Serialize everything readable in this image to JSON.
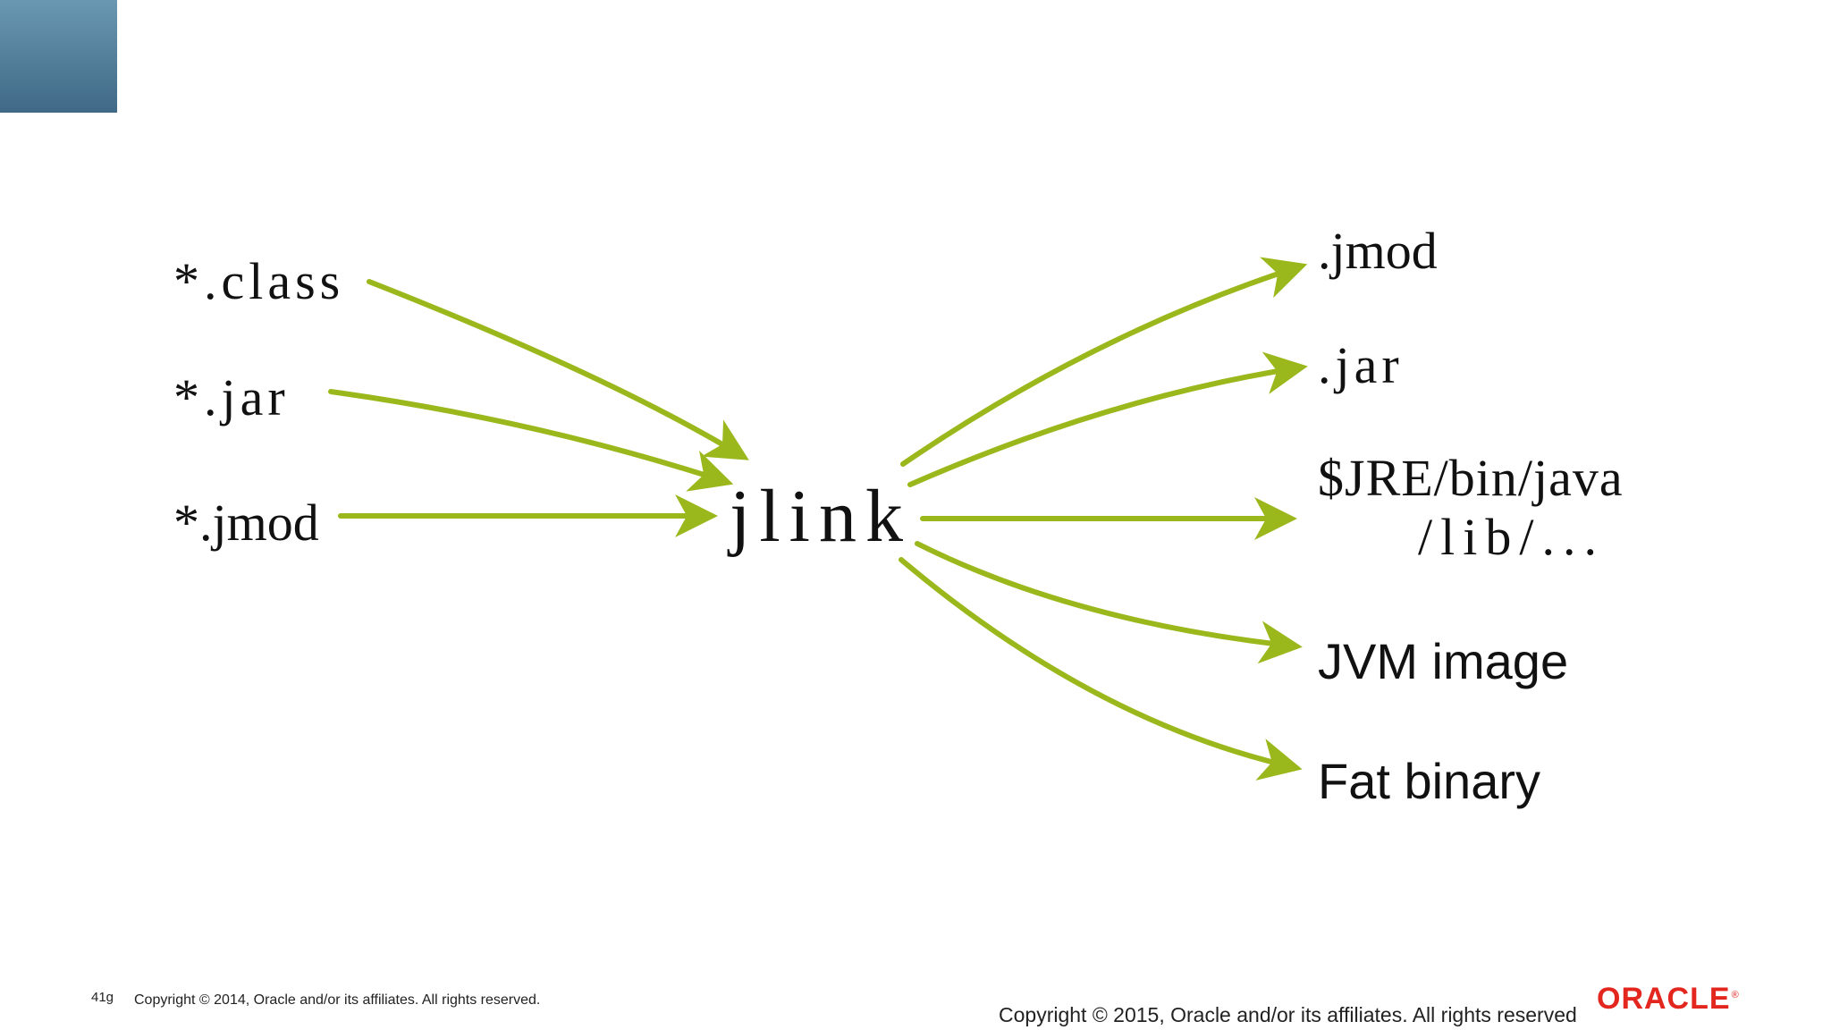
{
  "colors": {
    "arrow": "#9ab81c",
    "corner_block": "#4f7c98",
    "brand": "#e3261e",
    "text": "#111111"
  },
  "diagram": {
    "inputs": [
      "*.class",
      "*.jar",
      "*.jmod"
    ],
    "center": "jlink",
    "outputs": [
      ".jmod",
      ".jar",
      "$JRE/bin/java",
      "/lib/...",
      "JVM image",
      "Fat binary"
    ]
  },
  "footer": {
    "slide_number": "41g",
    "old_copyright": "Copyright © 2014, Oracle and/or its affiliates. All rights reserved.",
    "new_copyright": "Copyright © 2015, Oracle and/or its affiliates. All rights reserved",
    "brand": "ORACLE",
    "brand_mark": "®"
  }
}
